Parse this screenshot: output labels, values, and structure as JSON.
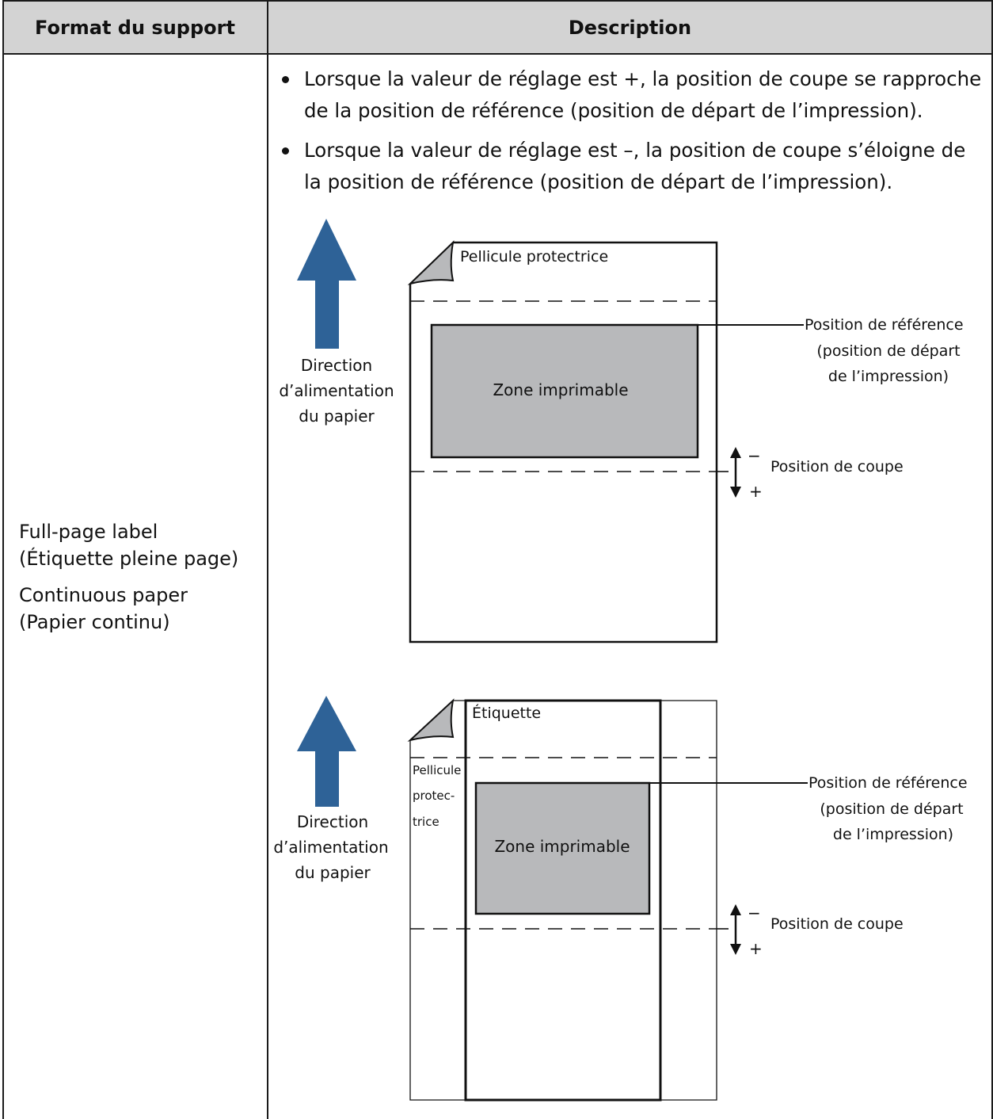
{
  "table": {
    "header_format": "Format du support",
    "header_description": "Description"
  },
  "format_cell": {
    "line1": "Full-page label",
    "line2": "(Étiquette pleine page)",
    "line3": "Continuous paper",
    "line4": "(Papier continu)"
  },
  "description": {
    "bullets": [
      "Lorsque la valeur de réglage est +, la position de coupe se rapproche de la position de référence (position de départ de l’impression).",
      "Lorsque la valeur de réglage est –, la position de coupe s’éloigne de la position de référence (position de départ de l’impression)."
    ]
  },
  "diagram1": {
    "liner_label": "Pellicule protectrice",
    "feed_label_1": "Direction",
    "feed_label_2": "d’alimentation",
    "feed_label_3": "du papier",
    "printable_label": "Zone imprimable",
    "ref_label_1": "Position de référence",
    "ref_label_2": "(position de départ",
    "ref_label_3": "de l’impression)",
    "cut_label": "Position de coupe",
    "minus": "−",
    "plus": "+"
  },
  "diagram2": {
    "label_label": "Étiquette",
    "liner_1": "Pellicule",
    "liner_2": "protec-",
    "liner_3": "trice",
    "feed_label_1": "Direction",
    "feed_label_2": "d’alimentation",
    "feed_label_3": "du papier",
    "printable_label": "Zone imprimable",
    "ref_label_1": "Position de référence",
    "ref_label_2": "(position de départ",
    "ref_label_3": "de l’impression)",
    "cut_label": "Position de coupe",
    "minus": "−",
    "plus": "+"
  },
  "colors": {
    "arrow": "#2e6297",
    "printable_fill": "#b8b9bb",
    "header_fill": "#d3d3d3"
  }
}
